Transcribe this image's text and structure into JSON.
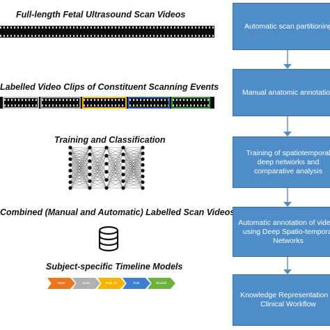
{
  "left_column": {
    "stage1_title": "Full-length Fetal Ultrasound Scan Videos",
    "stage2_title": "Labelled Video Clips of Constituent Scanning Events",
    "stage3_title": "Training and Classification",
    "stage4_title": "Combined (Manual and Automatic) Labelled Scan Videos",
    "stage5_title": "Subject-specific Timeline Models",
    "clip_colors": [
      "#bdbdbd",
      "#9e9e9e",
      "#f5b800",
      "#2f62b5",
      "#3a9a3a"
    ],
    "timeline": [
      {
        "label": "Heart",
        "color": "#e8771e"
      },
      {
        "label": "Spine",
        "color": "#b0b0b0"
      },
      {
        "label": "Fetal Lie",
        "color": "#f4b400"
      },
      {
        "label": "Feet",
        "color": "#3f7fd0"
      },
      {
        "label": "Bladder",
        "color": "#6cb33e"
      }
    ]
  },
  "workflow": {
    "steps": [
      "Automatic scan partitioning",
      "Manual anatomic annotation",
      "Training of spatiotemporal deep networks and comparative analysis",
      "Automatic annotation of videos using Deep Spatio-temporal Networks",
      "Knowledge Representation of Clinical Workflow"
    ]
  },
  "colors": {
    "box_fill": "#4f8dc9",
    "arrow": "#4f8dc9"
  }
}
